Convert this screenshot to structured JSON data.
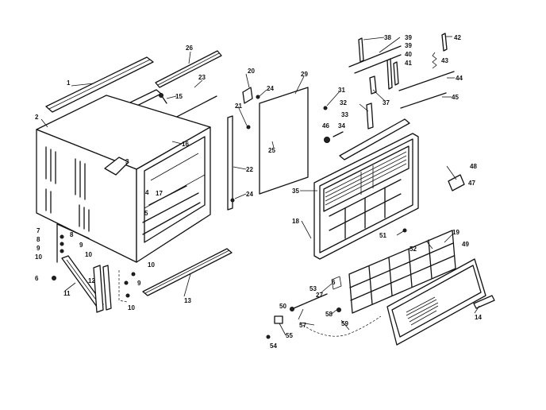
{
  "callouts": [
    {
      "id": "c1",
      "text": "1"
    },
    {
      "id": "c2",
      "text": "2"
    },
    {
      "id": "c26",
      "text": "26"
    },
    {
      "id": "c23",
      "text": "23"
    },
    {
      "id": "c15a",
      "text": "15"
    },
    {
      "id": "c16a",
      "text": "16"
    },
    {
      "id": "c3",
      "text": "3"
    },
    {
      "id": "c4",
      "text": "4"
    },
    {
      "id": "c17",
      "text": "17"
    },
    {
      "id": "c5",
      "text": "5"
    },
    {
      "id": "c20",
      "text": "20"
    },
    {
      "id": "c24a",
      "text": "24"
    },
    {
      "id": "c21",
      "text": "21"
    },
    {
      "id": "c22",
      "text": "22"
    },
    {
      "id": "c24b",
      "text": "24"
    },
    {
      "id": "c25",
      "text": "25"
    },
    {
      "id": "c29",
      "text": "29"
    },
    {
      "id": "c7",
      "text": "7"
    },
    {
      "id": "c8a",
      "text": "8"
    },
    {
      "id": "c9a",
      "text": "9"
    },
    {
      "id": "c10a",
      "text": "10"
    },
    {
      "id": "c6",
      "text": "6"
    },
    {
      "id": "c8b",
      "text": "8"
    },
    {
      "id": "c9b",
      "text": "9"
    },
    {
      "id": "c10b",
      "text": "10"
    },
    {
      "id": "c11",
      "text": "11"
    },
    {
      "id": "c12",
      "text": "12"
    },
    {
      "id": "c10c",
      "text": "10"
    },
    {
      "id": "c9c",
      "text": "9"
    },
    {
      "id": "c10d",
      "text": "10"
    },
    {
      "id": "c13",
      "text": "13"
    },
    {
      "id": "c38a",
      "text": "38"
    },
    {
      "id": "c39a",
      "text": "39"
    },
    {
      "id": "c39b",
      "text": "39"
    },
    {
      "id": "c40",
      "text": "40"
    },
    {
      "id": "c41",
      "text": "41"
    },
    {
      "id": "c42",
      "text": "42"
    },
    {
      "id": "c43",
      "text": "43"
    },
    {
      "id": "c44",
      "text": "44"
    },
    {
      "id": "c45",
      "text": "45"
    },
    {
      "id": "c31",
      "text": "31"
    },
    {
      "id": "c32",
      "text": "32"
    },
    {
      "id": "c37",
      "text": "37"
    },
    {
      "id": "c33",
      "text": "33"
    },
    {
      "id": "c46",
      "text": "46"
    },
    {
      "id": "c34a",
      "text": "34"
    },
    {
      "id": "c35",
      "text": "35"
    },
    {
      "id": "c18",
      "text": "18"
    },
    {
      "id": "c48",
      "text": "48"
    },
    {
      "id": "c47",
      "text": "47"
    },
    {
      "id": "c51",
      "text": "51"
    },
    {
      "id": "c52",
      "text": "52"
    },
    {
      "id": "c19",
      "text": "19"
    },
    {
      "id": "c49",
      "text": "49"
    },
    {
      "id": "c53",
      "text": "53"
    },
    {
      "id": "c6b",
      "text": "6"
    },
    {
      "id": "c27",
      "text": "27"
    },
    {
      "id": "c50",
      "text": "50"
    },
    {
      "id": "c58",
      "text": "58"
    },
    {
      "id": "c57",
      "text": "57"
    },
    {
      "id": "c59",
      "text": "59"
    },
    {
      "id": "c55",
      "text": "55"
    },
    {
      "id": "c54",
      "text": "54"
    },
    {
      "id": "c14",
      "text": "14"
    }
  ]
}
